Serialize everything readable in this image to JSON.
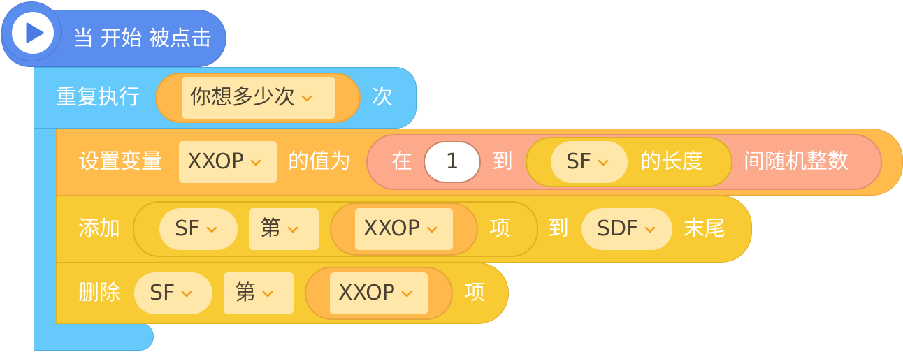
{
  "hat": {
    "label": "当 开始 被点击",
    "icon": "play-icon"
  },
  "repeat": {
    "prefix": "重复执行",
    "count_value": "你想多少次",
    "suffix": "次"
  },
  "set_var": {
    "prefix": "设置变量",
    "var_name": "XXOP",
    "middle": "的值为",
    "random": {
      "from_label": "在",
      "from_value": "1",
      "to_label": "到",
      "list_name": "SF",
      "length_label": "的长度",
      "suffix": "间随机整数"
    }
  },
  "add_item": {
    "prefix": "添加",
    "list_name": "SF",
    "index_type": "第",
    "index_var": "XXOP",
    "item_label": "项",
    "to_label": "到",
    "target_list": "SDF",
    "suffix": "末尾"
  },
  "delete_item": {
    "prefix": "删除",
    "list_name": "SF",
    "index_type": "第",
    "index_var": "XXOP",
    "item_label": "项"
  },
  "colors": {
    "hat": "#5b8dee",
    "control": "#66c9fb",
    "variable": "#ffbc4d",
    "list": "#f8cb34",
    "operator": "#fdaa8c",
    "dropdown": "#ffe7a9"
  }
}
